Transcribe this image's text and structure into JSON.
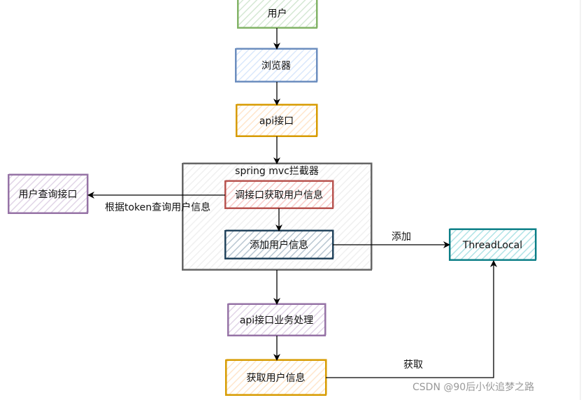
{
  "colors": {
    "green": [
      "#82b366",
      "#d5e8d4"
    ],
    "blue": [
      "#6c8ebf",
      "#dae8fc"
    ],
    "orange": [
      "#d79b00",
      "#ffe6cc"
    ],
    "gray": [
      "#666666",
      "#f0f0f0"
    ],
    "red": [
      "#b85450",
      "#f8cecc"
    ],
    "darkblue": [
      "#23445d",
      "#bac8d3"
    ],
    "purple": [
      "#9673a6",
      "#e1d5e7"
    ],
    "teal": [
      "#0e8088",
      "#b0e3e6"
    ]
  },
  "nodes": {
    "user": "用户",
    "browser": "浏览器",
    "api": "api接口",
    "interceptor": "spring mvc拦截器",
    "call_api": "调接口获取用户信息",
    "add_user_info": "添加用户信息",
    "user_query_api": "用户查询接口",
    "threadlocal": "ThreadLocal",
    "business": "api接口业务处理",
    "get_user_info": "获取用户信息"
  },
  "edges": {
    "token_query": "根据token查询用户信息",
    "add": "添加",
    "get": "获取"
  },
  "watermark": "CSDN @90后小伙追梦之路"
}
